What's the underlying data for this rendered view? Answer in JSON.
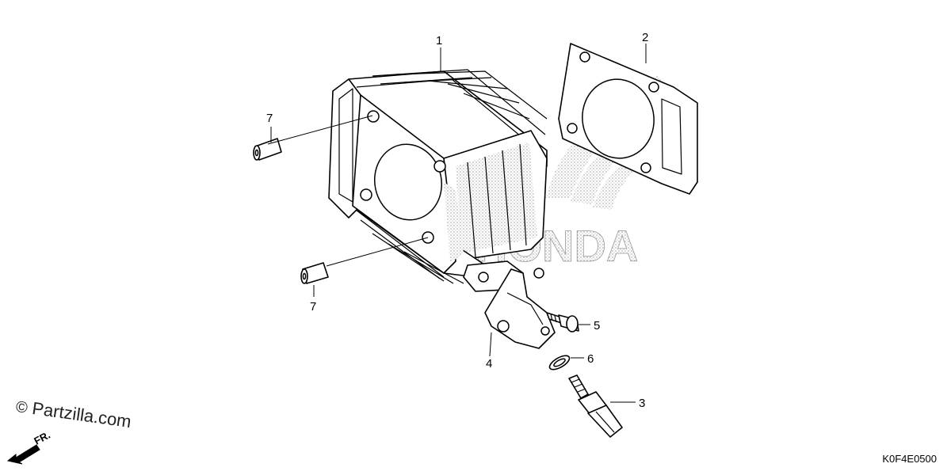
{
  "diagram": {
    "watermark": {
      "copyright_symbol": "©",
      "text": "Partzilla.com"
    },
    "direction_label": "FR.",
    "code": "K0F4E0500",
    "brand_text": "HONDA",
    "callouts": {
      "p1": "1",
      "p2": "2",
      "p3": "3",
      "p4": "4",
      "p5": "5",
      "p6": "6",
      "p7a": "7",
      "p7b": "7"
    }
  },
  "colors": {
    "line": "#000000",
    "background": "#ffffff",
    "shade": "#9a9a9a"
  },
  "icons": {
    "direction": "front-arrow-icon",
    "copyright": "copyright-icon",
    "brand": "honda-wing-logo"
  }
}
